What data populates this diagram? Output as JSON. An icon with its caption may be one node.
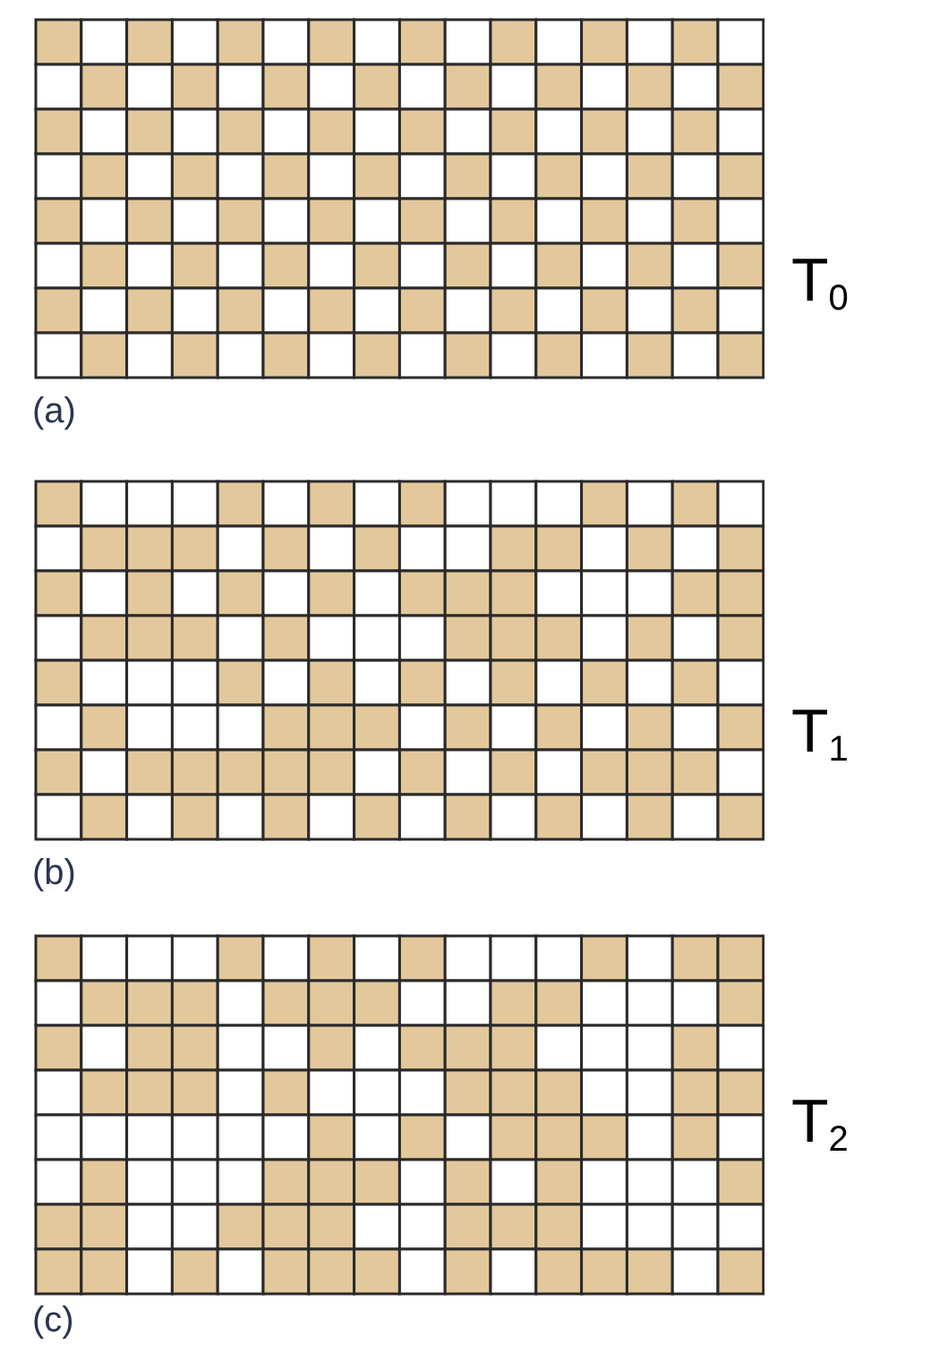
{
  "diagram": {
    "labels": [
      "T$_{0}$",
      "(a)",
      "T$_{1}$",
      "(b)",
      "T$_{2}$",
      "(c)"
    ]
  }
}
